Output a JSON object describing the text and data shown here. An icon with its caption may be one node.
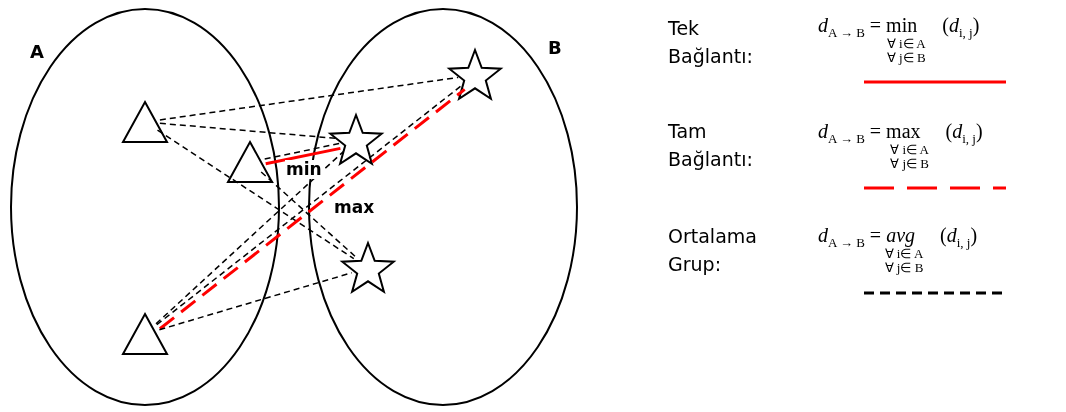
{
  "diagram": {
    "nodes": [
      {
        "text": [
          "A"
        ]
      },
      {
        "text": [],
        "shape": "triangle",
        "in": 0
      },
      {
        "text": [],
        "shape": "triangle",
        "in": 0
      },
      {
        "text": [],
        "shape": "triangle",
        "in": 0
      },
      {
        "text": [
          "B"
        ]
      },
      {
        "text": [],
        "shape": "star",
        "in": 4
      },
      {
        "text": [],
        "shape": "star",
        "in": 4
      },
      {
        "text": [],
        "shape": "star",
        "in": 4
      }
    ],
    "edges": [
      {
        "from": 1,
        "to": 5,
        "arrow": "none",
        "style": "dashed"
      },
      {
        "from": 1,
        "to": 6,
        "arrow": "none",
        "style": "dashed"
      },
      {
        "from": 1,
        "to": 7,
        "arrow": "none",
        "style": "dashed"
      },
      {
        "from": 2,
        "to": 6,
        "arrow": "none",
        "style": "dashed"
      },
      {
        "from": 2,
        "to": 6,
        "arrow": "none",
        "color": "#ff0000",
        "label": "min"
      },
      {
        "from": 2,
        "to": 7,
        "arrow": "none",
        "style": "dashed"
      },
      {
        "from": 3,
        "to": 5,
        "arrow": "none",
        "style": "dashed"
      },
      {
        "from": 3,
        "to": 5,
        "arrow": "none",
        "style": "dashed",
        "color": "#ff0000",
        "label": "max"
      },
      {
        "from": 3,
        "to": 6,
        "arrow": "none",
        "style": "dashed"
      },
      {
        "from": 3,
        "to": 7,
        "arrow": "none",
        "style": "dashed"
      }
    ],
    "labels": [
      "*d*$_{A → B}$ = min$_{∀ i∈ A ∀ j∈ B}$ (*d*$_{i, j}$)",
      "*d*$_{A → B}$ = max$_{∀ i∈ A ∀ j∈ B}$ (*d*$_{i, j}$)",
      "*d*$_{A → B}$ = *avg*$_{∀ i∈ A ∀ j∈ B}$ (*d*$_{i, j}$)"
    ],
    "legend": [
      {
        "text": "Tek Bağlantı:"
      },
      {
        "text": "Tam Bağlantı:"
      },
      {
        "text": "Ortalama Grup:"
      }
    ]
  }
}
